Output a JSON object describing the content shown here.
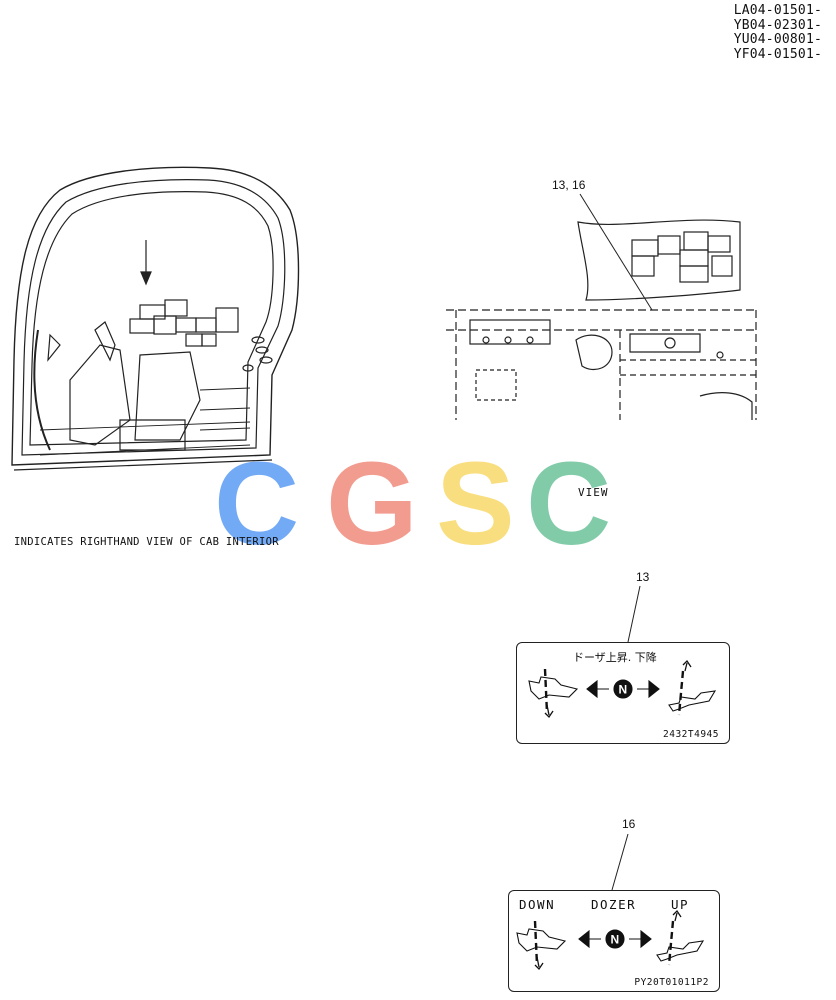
{
  "serial_numbers": [
    "LA04-01501-",
    "YB04-02301-",
    "YU04-00801-",
    "YF04-01501-"
  ],
  "caption": "INDICATES RIGHTHAND VIEW OF CAB INTERIOR",
  "view_label": "VIEW",
  "ref_labels": {
    "top": "13, 16",
    "decal_a": "13",
    "decal_b": "16"
  },
  "decal_13": {
    "japanese_text": "ドーザ上昇. 下降",
    "part_number": "2432T4945",
    "neutral_symbol": "N"
  },
  "decal_16": {
    "word_down": "DOWN",
    "word_dozer": "DOZER",
    "word_up": "UP",
    "part_number": "PY20T01011P2",
    "neutral_symbol": "N"
  },
  "watermark": {
    "letters": [
      "C",
      "G",
      "S",
      "C"
    ],
    "colors": [
      "#5b9cf5",
      "#f08a7c",
      "#f8d96a",
      "#6cc299"
    ]
  }
}
